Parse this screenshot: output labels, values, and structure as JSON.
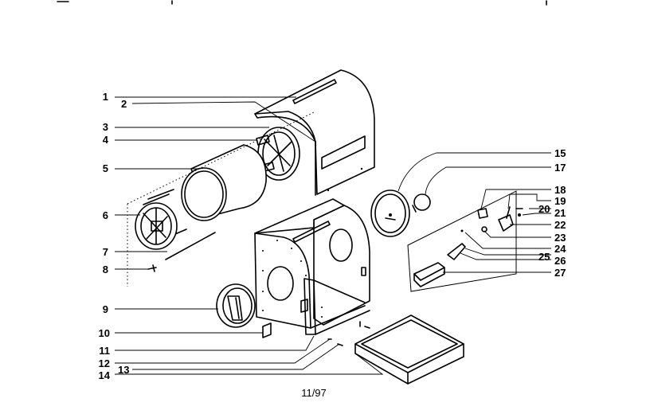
{
  "footer_code": "11/97",
  "callouts": [
    "1",
    "2",
    "3",
    "4",
    "5",
    "6",
    "7",
    "8",
    "9",
    "10",
    "11",
    "12",
    "13",
    "14",
    "15",
    "17",
    "18",
    "19",
    "20",
    "21",
    "22",
    "23",
    "24",
    "25",
    "26",
    "27"
  ]
}
